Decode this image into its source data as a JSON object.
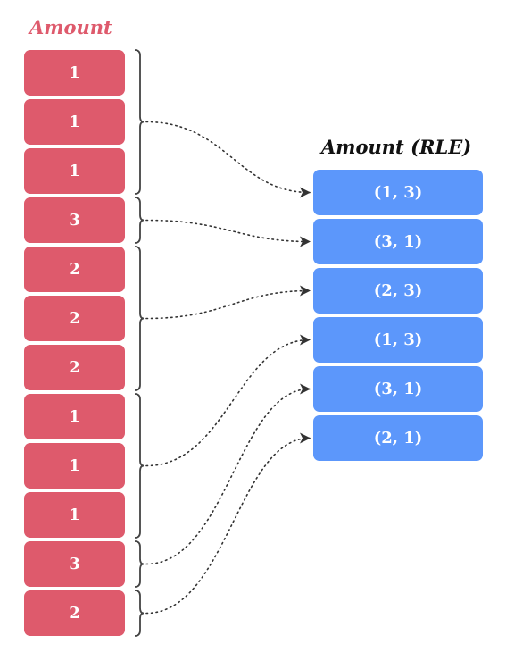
{
  "left_title": "Amount",
  "right_title": "Amount (RLE)",
  "colors": {
    "left": "#de5a6c",
    "right": "#5c97fb",
    "title_left": "#de5a6c",
    "title_right": "#111111"
  },
  "amounts": [
    "1",
    "1",
    "1",
    "3",
    "2",
    "2",
    "2",
    "1",
    "1",
    "1",
    "3",
    "2"
  ],
  "rle": [
    "(1, 3)",
    "(3, 1)",
    "(2, 3)",
    "(1, 3)",
    "(3, 1)",
    "(2, 1)"
  ],
  "groups": [
    {
      "start": 0,
      "count": 3,
      "target": 0
    },
    {
      "start": 3,
      "count": 1,
      "target": 1
    },
    {
      "start": 4,
      "count": 3,
      "target": 2
    },
    {
      "start": 7,
      "count": 3,
      "target": 3
    },
    {
      "start": 10,
      "count": 1,
      "target": 4
    },
    {
      "start": 11,
      "count": 1,
      "target": 5
    }
  ]
}
